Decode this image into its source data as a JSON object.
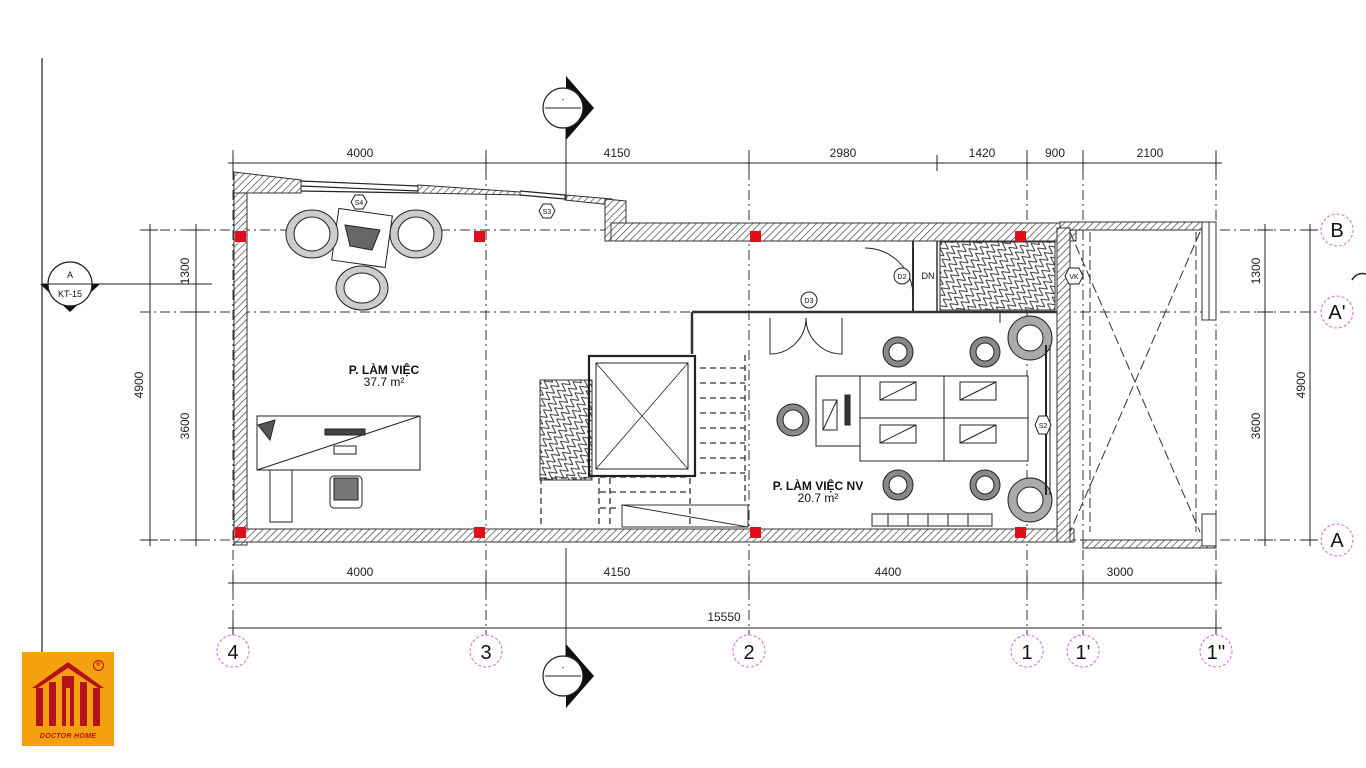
{
  "dimensions": {
    "top": [
      "4000",
      "4150",
      "2980",
      "1420",
      "900",
      "2100"
    ],
    "bottom": [
      "4000",
      "4150",
      "4400",
      "3000"
    ],
    "total": "15550",
    "left_outer": "4900",
    "left_inner": [
      "1300",
      "3600"
    ],
    "right_outer": "4900",
    "right_inner": [
      "1300",
      "3600"
    ]
  },
  "grid_axes": {
    "columns": [
      "4",
      "3",
      "2",
      "1",
      "1'",
      "1''"
    ],
    "rows": [
      "B",
      "A'",
      "A"
    ]
  },
  "rooms": [
    {
      "name": "P. LÀM VIỆC",
      "area": "37.7 m²"
    },
    {
      "name": "P. LÀM VIỆC NV",
      "area": "20.7 m²"
    }
  ],
  "tags": {
    "s4": "S4",
    "s3": "S3",
    "s2": "S2",
    "d2": "D2",
    "d3": "D3",
    "dn": "DN",
    "vk": "VK"
  },
  "section_markers": {
    "left_letter": "A",
    "left_sheet": "KT-15",
    "top_label": "-",
    "bottom_label": "-"
  },
  "logo": {
    "brand": "DOCTOR HOME",
    "mark": "®",
    "colors": {
      "background": "#f5a00e",
      "mark": "#b5121b"
    }
  },
  "colors": {
    "column": "#e0101a",
    "grid_bubble": "#d46ad8",
    "wall_hatch": "#555555"
  }
}
